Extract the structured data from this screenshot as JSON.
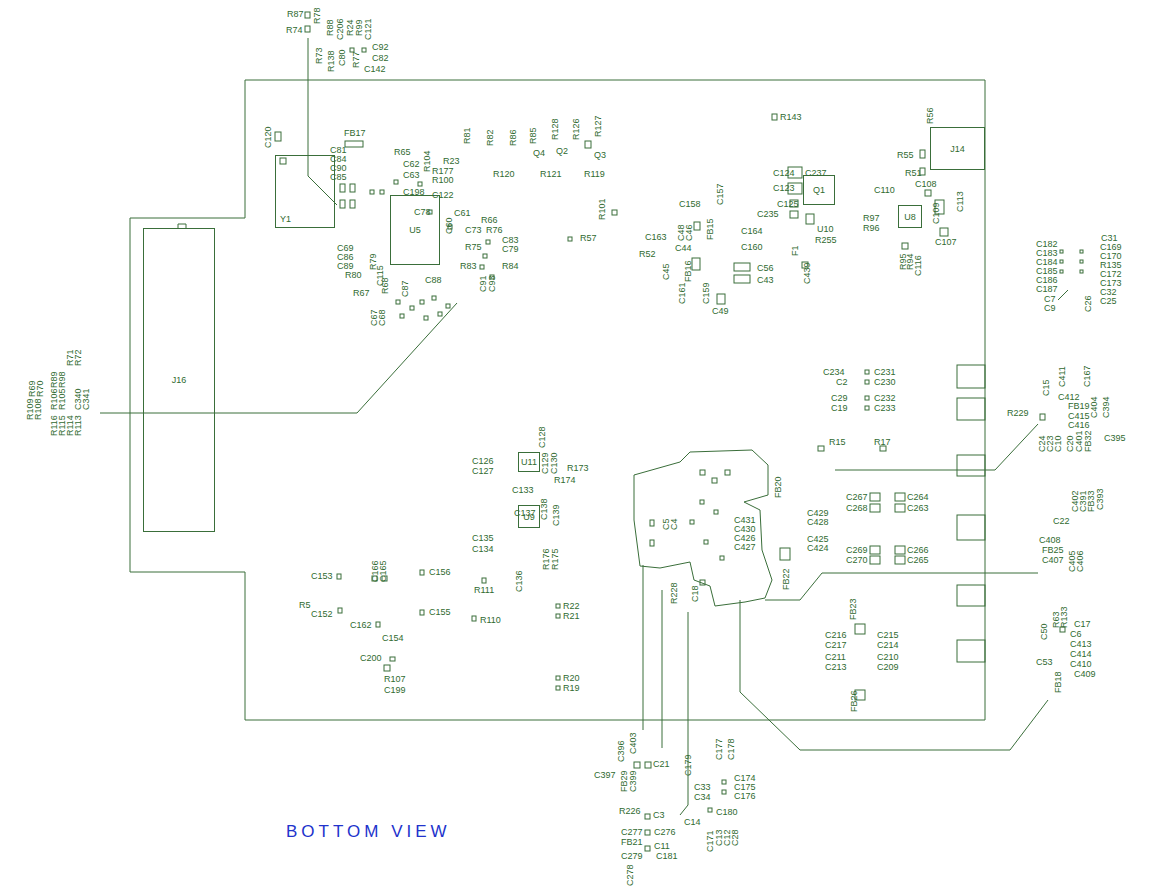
{
  "diagram": {
    "nodes": [
      {
        "text": [
          "J16"
        ]
      },
      {
        "text": [
          "Y1"
        ]
      },
      {
        "text": [
          "U5"
        ]
      },
      {
        "text": [
          "U11"
        ]
      },
      {
        "text": [
          "U9"
        ]
      },
      {
        "text": [
          "U8"
        ]
      },
      {
        "text": [
          "Q1"
        ]
      },
      {
        "text": [
          "J14"
        ]
      }
    ],
    "labels": [
      "R87",
      "R78",
      "R88",
      "C206",
      "R24",
      "R99",
      "C121",
      "C92",
      "C82",
      "C142",
      "R74",
      "R73",
      "R138",
      "C80",
      "R77",
      "C120",
      "FB17",
      "C81",
      "C84",
      "C90",
      "C85",
      "R65",
      "C62",
      "C63",
      "R104",
      "R23",
      "R177",
      "R100",
      "C198",
      "C122",
      "C78",
      "C61",
      "R66",
      "C60",
      "C73",
      "R76",
      "C83",
      "C79",
      "R75",
      "R83",
      "R84",
      "C91",
      "C93",
      "R81",
      "R82",
      "R86",
      "R85",
      "R128",
      "R126",
      "R127",
      "Q4",
      "Q2",
      "Q3",
      "R120",
      "R121",
      "R119",
      "R101",
      "R57",
      "C69",
      "C86",
      "C89",
      "R79",
      "C115",
      "R80",
      "R67",
      "R68",
      "C87",
      "C88",
      "C67",
      "C68",
      "R143",
      "C124",
      "C237",
      "C123",
      "C125",
      "C235",
      "C158",
      "C157",
      "C164",
      "C160",
      "C163",
      "C48",
      "C46",
      "FB15",
      "C44",
      "R52",
      "C45",
      "FB16",
      "C161",
      "C159",
      "C49",
      "C56",
      "C43",
      "F1",
      "R255",
      "U10",
      "C439",
      "R55",
      "R56",
      "R51",
      "C108",
      "C110",
      "C109",
      "C113",
      "C107",
      "R97",
      "R96",
      "R95",
      "R94",
      "C116",
      "C182",
      "C183",
      "C184",
      "C185",
      "C186",
      "C187",
      "C7",
      "C9",
      "C31",
      "C169",
      "C170",
      "R135",
      "C172",
      "C173",
      "C32",
      "C26",
      "C25",
      "C234",
      "C2",
      "C231",
      "C230",
      "C29",
      "C19",
      "C232",
      "C233",
      "R15",
      "R17",
      "R229",
      "C15",
      "C411",
      "C167",
      "C412",
      "FB19",
      "C415",
      "C416",
      "C404",
      "C24",
      "C23",
      "C10",
      "C20",
      "C401",
      "FB32",
      "C394",
      "C395",
      "C22",
      "C402",
      "C391",
      "FB33",
      "C393",
      "C408",
      "FB25",
      "C407",
      "C405",
      "C406",
      "FB20",
      "C429",
      "C428",
      "C431",
      "C430",
      "C426",
      "C427",
      "C425",
      "C424",
      "C267",
      "C268",
      "C264",
      "C263",
      "C269",
      "C266",
      "C265",
      "C270",
      "FB22",
      "C5",
      "C4",
      "R228",
      "C18",
      "FB23",
      "C216",
      "C217",
      "C215",
      "C214",
      "C211",
      "C213",
      "C210",
      "C209",
      "FB26",
      "C17",
      "C6",
      "C413",
      "C414",
      "C410",
      "C409",
      "R133",
      "R63",
      "C50",
      "C53",
      "FB18",
      "C128",
      "C129",
      "C130",
      "C126",
      "C127",
      "R173",
      "R174",
      "C133",
      "C137",
      "C138",
      "C139",
      "C135",
      "C134",
      "R176",
      "R175",
      "C136",
      "C166",
      "C165",
      "C153",
      "C156",
      "R111",
      "R5",
      "C152",
      "C155",
      "R110",
      "R22",
      "R21",
      "C162",
      "C154",
      "C200",
      "R107",
      "C199",
      "R20",
      "R19",
      "R109",
      "R108",
      "R69",
      "R70",
      "R89",
      "R98",
      "R71",
      "R72",
      "R106",
      "R105",
      "C340",
      "C341",
      "R116",
      "R115",
      "R114",
      "R113",
      "C396",
      "C403",
      "C397",
      "FB29",
      "C399",
      "C21",
      "R226",
      "C3",
      "C277",
      "C276",
      "FB21",
      "C11",
      "C279",
      "C181",
      "C278",
      "C179",
      "C177",
      "C178",
      "C174",
      "C175",
      "C176",
      "C33",
      "C34",
      "C180",
      "C14",
      "C171",
      "C13",
      "C12",
      "C28",
      "BOTTOM VIEW"
    ]
  }
}
